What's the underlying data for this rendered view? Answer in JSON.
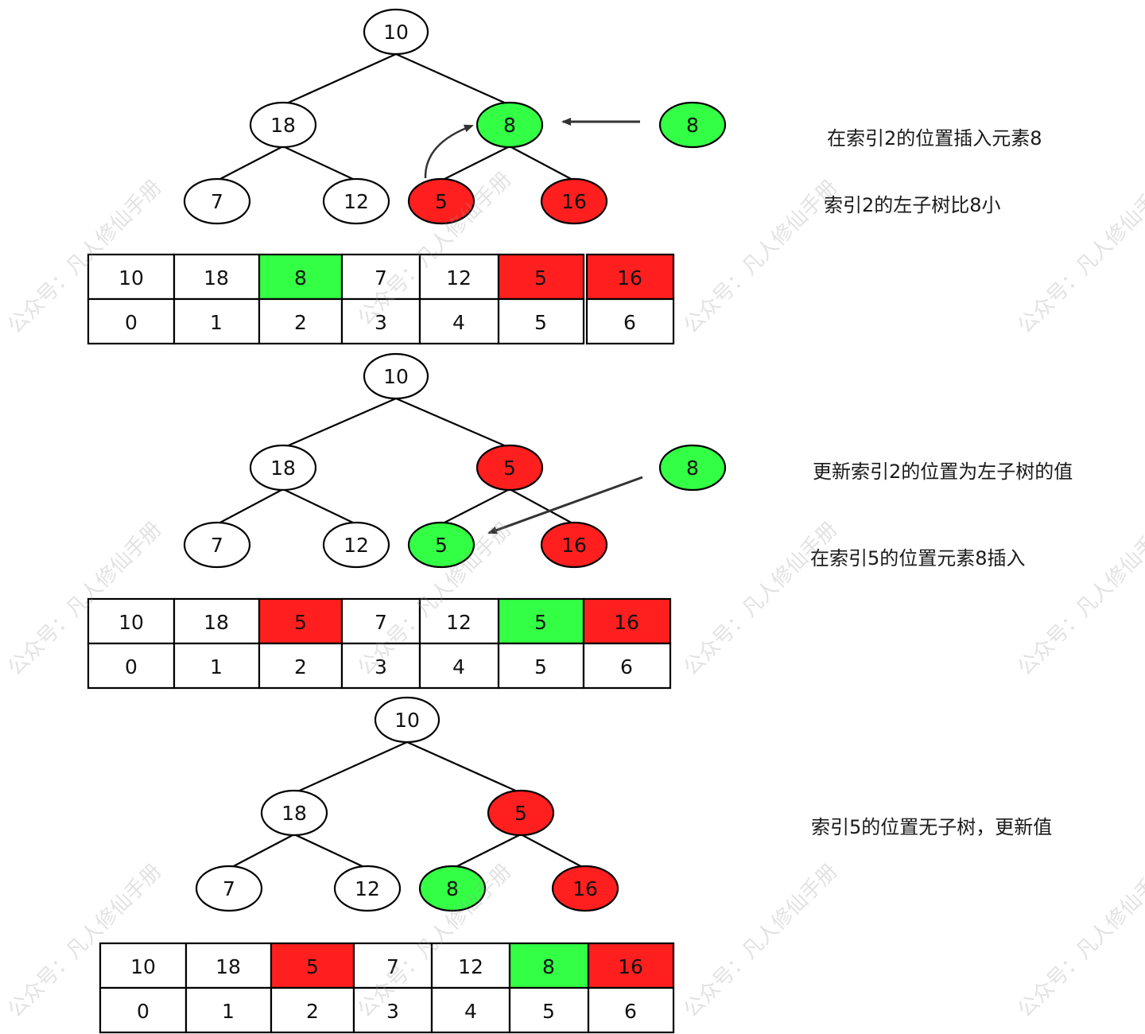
{
  "colors": {
    "green": "#33ff44",
    "red": "#ff1f1f",
    "white": "#ffffff",
    "stroke": "#000000",
    "arrow": "#333333"
  },
  "watermark": "公众号：凡人修仙手册",
  "panels": [
    {
      "tree": [
        {
          "id": "n0",
          "value": "10",
          "fill": "white"
        },
        {
          "id": "n1",
          "value": "18",
          "fill": "white"
        },
        {
          "id": "n2",
          "value": "8",
          "fill": "green"
        },
        {
          "id": "n3",
          "value": "7",
          "fill": "white"
        },
        {
          "id": "n4",
          "value": "12",
          "fill": "white"
        },
        {
          "id": "n5",
          "value": "5",
          "fill": "red"
        },
        {
          "id": "n6",
          "value": "16",
          "fill": "red"
        }
      ],
      "floating_node": {
        "value": "8",
        "fill": "green"
      },
      "array": {
        "values": [
          "10",
          "18",
          "8",
          "7",
          "12",
          "5",
          "16"
        ],
        "indices": [
          "0",
          "1",
          "2",
          "3",
          "4",
          "5",
          "6"
        ],
        "fills": [
          "white",
          "white",
          "green",
          "white",
          "white",
          "red",
          "red"
        ]
      },
      "captions": [
        "在索引2的位置插入元素8",
        "索引2的左子树比8小"
      ]
    },
    {
      "tree": [
        {
          "id": "n0",
          "value": "10",
          "fill": "white"
        },
        {
          "id": "n1",
          "value": "18",
          "fill": "white"
        },
        {
          "id": "n2",
          "value": "5",
          "fill": "red"
        },
        {
          "id": "n3",
          "value": "7",
          "fill": "white"
        },
        {
          "id": "n4",
          "value": "12",
          "fill": "white"
        },
        {
          "id": "n5",
          "value": "5",
          "fill": "green"
        },
        {
          "id": "n6",
          "value": "16",
          "fill": "red"
        }
      ],
      "floating_node": {
        "value": "8",
        "fill": "green"
      },
      "array": {
        "values": [
          "10",
          "18",
          "5",
          "7",
          "12",
          "5",
          "16"
        ],
        "indices": [
          "0",
          "1",
          "2",
          "3",
          "4",
          "5",
          "6"
        ],
        "fills": [
          "white",
          "white",
          "red",
          "white",
          "white",
          "green",
          "red"
        ]
      },
      "captions": [
        "更新索引2的位置为左子树的值",
        "在索引5的位置元素8插入"
      ]
    },
    {
      "tree": [
        {
          "id": "n0",
          "value": "10",
          "fill": "white"
        },
        {
          "id": "n1",
          "value": "18",
          "fill": "white"
        },
        {
          "id": "n2",
          "value": "5",
          "fill": "red"
        },
        {
          "id": "n3",
          "value": "7",
          "fill": "white"
        },
        {
          "id": "n4",
          "value": "12",
          "fill": "white"
        },
        {
          "id": "n5",
          "value": "8",
          "fill": "green"
        },
        {
          "id": "n6",
          "value": "16",
          "fill": "red"
        }
      ],
      "array": {
        "values": [
          "10",
          "18",
          "5",
          "7",
          "12",
          "8",
          "16"
        ],
        "indices": [
          "0",
          "1",
          "2",
          "3",
          "4",
          "5",
          "6"
        ],
        "fills": [
          "white",
          "white",
          "red",
          "white",
          "white",
          "green",
          "red"
        ]
      },
      "captions": [
        "索引5的位置无子树，更新值"
      ]
    }
  ]
}
